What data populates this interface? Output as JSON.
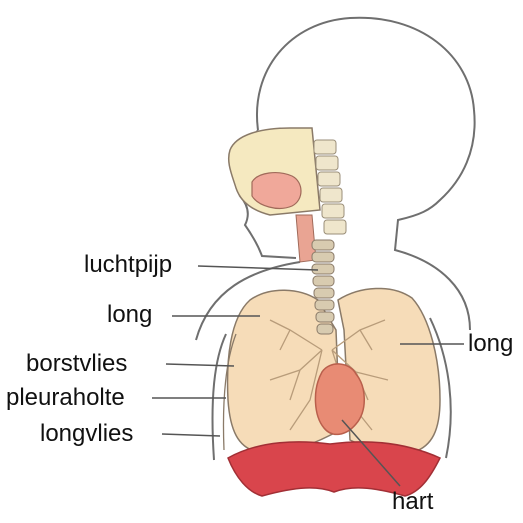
{
  "diagram": {
    "labels": {
      "trachea": "luchtpijp",
      "lung_left": "long",
      "lung_right": "long",
      "pleura_parietal": "borstvlies",
      "pleural_cavity": "pleuraholte",
      "pleura_visceral": "longvlies",
      "heart": "hart"
    },
    "colors": {
      "lung": "#f6dcb8",
      "lung_outline": "#8a7a68",
      "bronchi": "#b89c7a",
      "trachea": "#d8cbb0",
      "heart": "#e88b74",
      "diaphragm": "#d9454c",
      "head_cavity": "#f5e9c0",
      "throat": "#f0a89a",
      "outline": "#6f6f6f",
      "leader_line": "#555555"
    }
  }
}
